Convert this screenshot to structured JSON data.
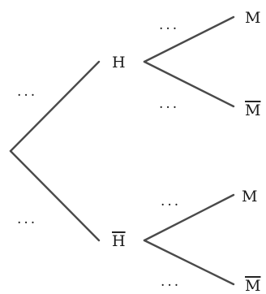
{
  "tree": {
    "nodes": {
      "h": "H",
      "h_bar": "H",
      "m_top": "M",
      "m_bar_top": "M",
      "m_bottom": "M",
      "m_bar_bottom": "M"
    },
    "probabilities": {
      "root_to_h": "...",
      "root_to_h_bar": "...",
      "h_to_m": "...",
      "h_to_m_bar": "...",
      "h_bar_to_m": "...",
      "h_bar_to_m_bar": "..."
    },
    "colors": {
      "branch": "#4a4a4a",
      "text": "#1a1a1a"
    }
  }
}
